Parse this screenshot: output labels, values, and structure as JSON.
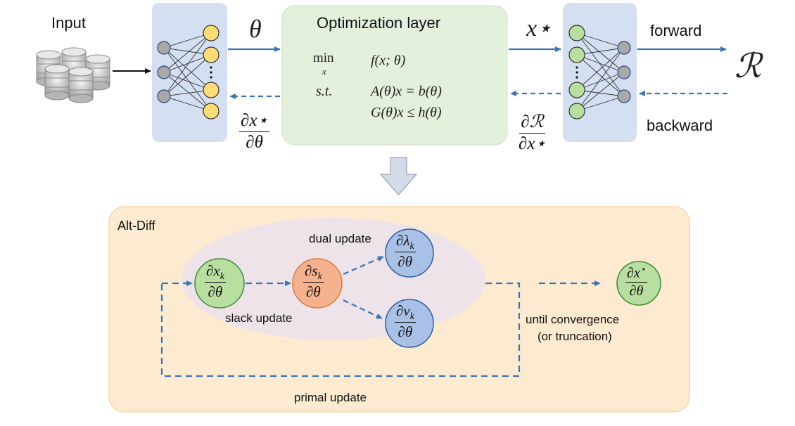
{
  "top": {
    "input_label": "Input",
    "theta_label": "θ",
    "opt_layer_title": "Optimization layer",
    "xstar_label": "x⋆",
    "forward_label": "forward",
    "backward_label": "backward",
    "risk_label": "ℛ",
    "grad_theta": {
      "num": "∂x⋆",
      "den": "∂θ"
    },
    "grad_risk": {
      "num": "∂ℛ",
      "den": "∂x⋆"
    },
    "problem": {
      "min_label": "min",
      "min_sub": "x",
      "objective": "f(x; θ)",
      "st_label": "s.t.",
      "eq_constraint": "A(θ)x = b(θ)",
      "ineq_constraint": "G(θ)x ≤ h(θ)"
    }
  },
  "altdiff": {
    "title": "Alt-Diff",
    "dual_update_label": "dual update",
    "slack_update_label": "slack update",
    "primal_update_label": "primal update",
    "convergence_line1": "until convergence",
    "convergence_line2": "(or truncation)",
    "node_x": {
      "num": "∂x",
      "num_sub": "k",
      "den": "∂θ"
    },
    "node_s": {
      "num": "∂s",
      "num_sub": "k",
      "den": "∂θ"
    },
    "node_lambda": {
      "num": "∂λ",
      "num_sub": "k",
      "den": "∂θ"
    },
    "node_nu": {
      "num": "∂ν",
      "num_sub": "k",
      "den": "∂θ"
    },
    "node_out": {
      "num": "∂x",
      "num_sup": "⋆",
      "den": "∂θ"
    }
  },
  "colors": {
    "nn_panel": "#d5dff2",
    "opt_panel": "#e3f0dc",
    "altdiff_panel": "#fcebd0",
    "altdiff_inner": "#efe3ea",
    "neuron_yellow": "#fcdc76",
    "neuron_green": "#b9dfa0",
    "neuron_gray": "#a9a9a9",
    "arrow_blue": "#3d73b3",
    "node_blue": "#a9c1e6",
    "node_orange": "#f6b28e"
  }
}
